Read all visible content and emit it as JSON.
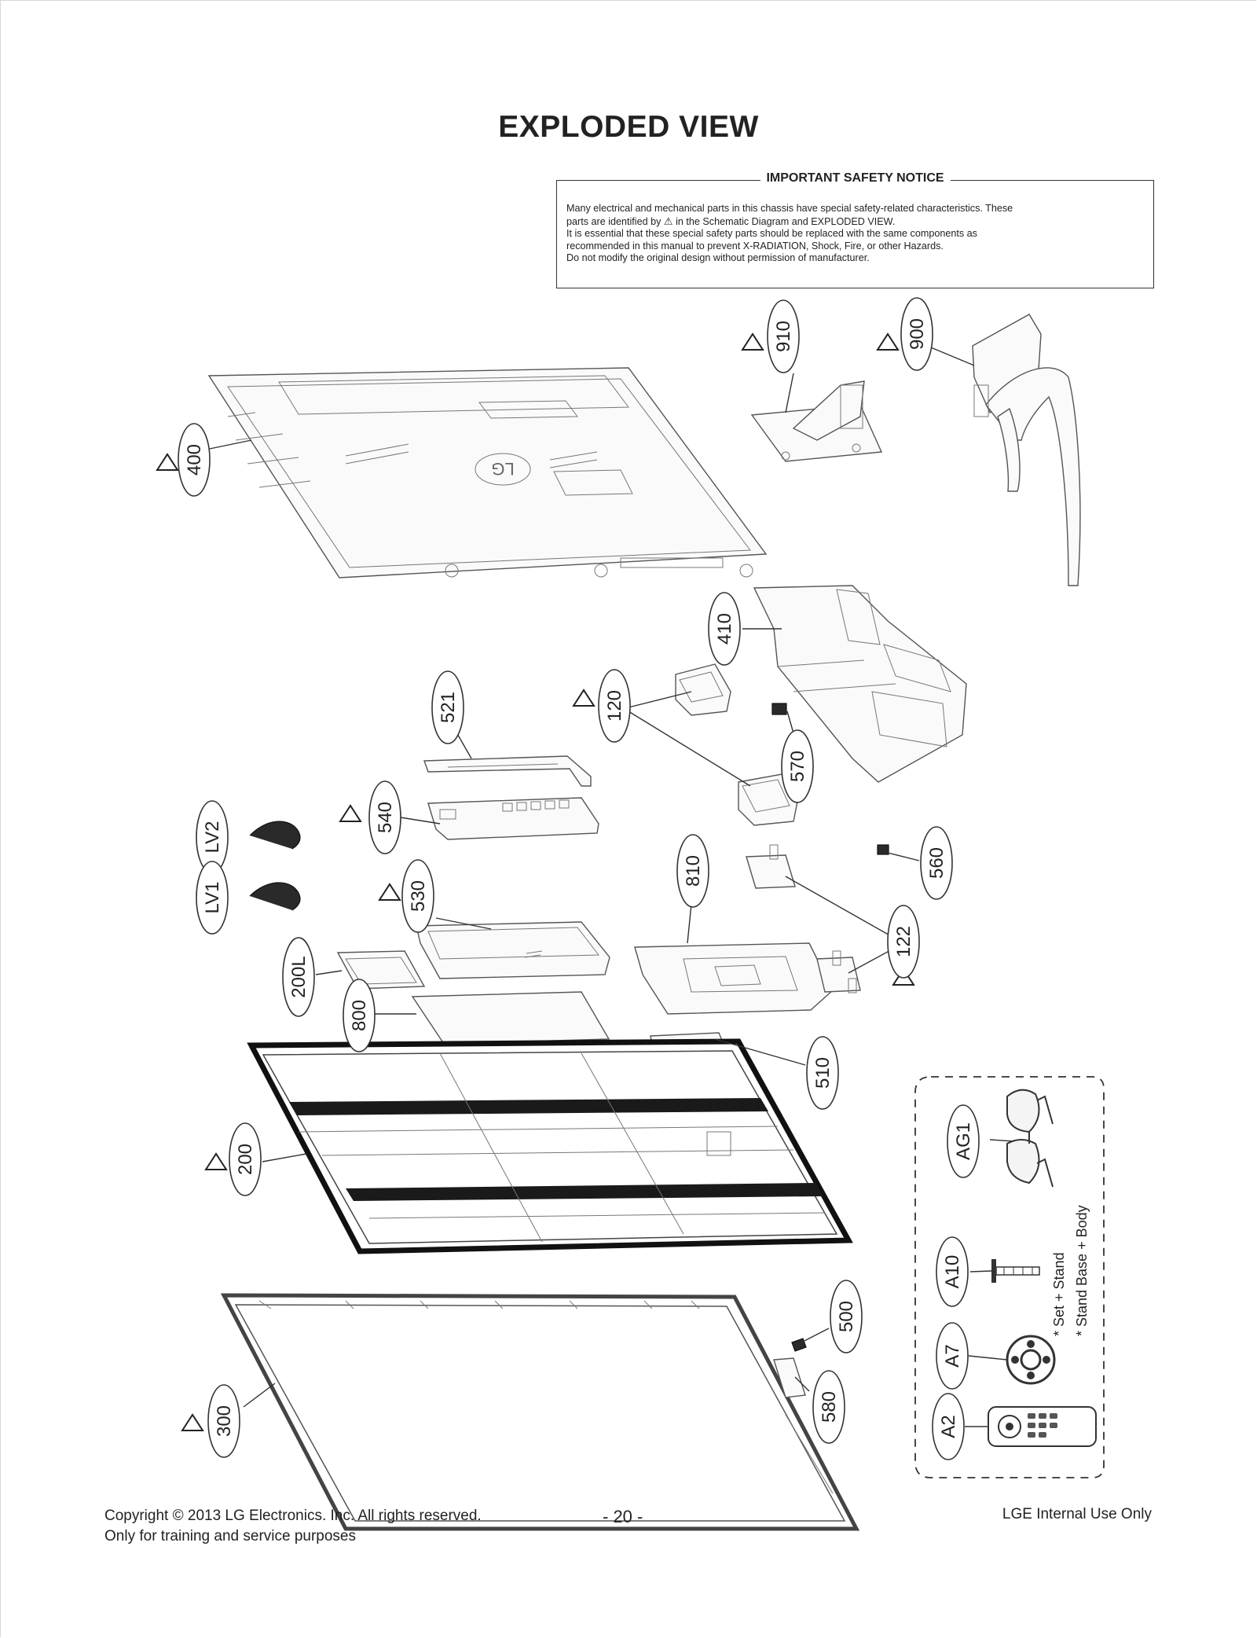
{
  "page": {
    "title": "EXPLODED VIEW",
    "notice": {
      "heading": "IMPORTANT SAFETY NOTICE",
      "line1": "Many electrical and mechanical parts in this chassis have special safety-related characteristics. These",
      "line2_pre": "parts are identified by",
      "line2_post": "in the Schematic Diagram and EXPLODED VIEW.",
      "line3": "It is essential that these special safety parts should be replaced with the same components as",
      "line4": "recommended in this manual to prevent X-RADIATION, Shock, Fire, or other Hazards.",
      "line5": "Do not modify the original design without permission of manufacturer."
    },
    "warning_symbol": "⚠"
  },
  "callouts": {
    "c910": "910",
    "c900": "900",
    "c400": "400",
    "c410": "410",
    "c521": "521",
    "c120": "120",
    "c570": "570",
    "c540": "540",
    "cLV2": "LV2",
    "cLV1": "LV1",
    "c530": "530",
    "c810": "810",
    "c560": "560",
    "c200L": "200L",
    "c122": "122",
    "c800": "800",
    "c510": "510",
    "c200": "200",
    "cAG1": "AG1",
    "cA10": "A10",
    "cA7": "A7",
    "cA2": "A2",
    "c500": "500",
    "c580": "580",
    "c300": "300"
  },
  "accessories": {
    "note1": "* Set + Stand",
    "note2": "* Stand Base + Body"
  },
  "logo_text": "LG",
  "footer": {
    "copyright": "Copyright  © 2013  LG Electronics. Inc. All rights reserved.",
    "purpose": "Only for training and service purposes",
    "page_number": "- 20 -",
    "internal": "LGE Internal Use Only"
  }
}
